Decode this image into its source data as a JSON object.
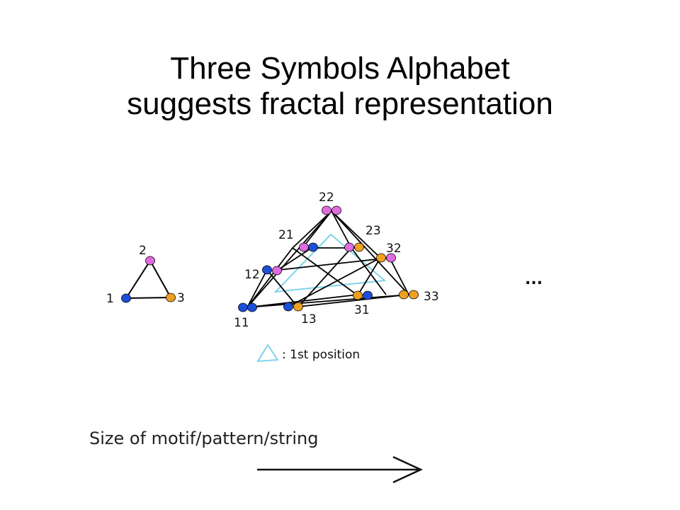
{
  "title": {
    "line1": "Three Symbols Alphabet",
    "line2": "suggests fractal representation"
  },
  "colors": {
    "symbol1": "#1c4fd6",
    "symbol2": "#e06ae0",
    "symbol3": "#f0a020",
    "position_triangle": "#7fd3ea",
    "edge": "#000000"
  },
  "small_graph": {
    "nodes": [
      {
        "label": "1",
        "symbol": "1"
      },
      {
        "label": "2",
        "symbol": "2"
      },
      {
        "label": "3",
        "symbol": "3"
      }
    ]
  },
  "large_graph": {
    "nodes": [
      {
        "label": "11"
      },
      {
        "label": "12"
      },
      {
        "label": "13"
      },
      {
        "label": "21"
      },
      {
        "label": "22"
      },
      {
        "label": "23"
      },
      {
        "label": "31"
      },
      {
        "label": "32"
      },
      {
        "label": "33"
      }
    ]
  },
  "ellipsis": "...",
  "legend": {
    "text": ": 1st position",
    "icon": "triangle-outline-icon"
  },
  "axis": {
    "label": "Size of motif/pattern/string",
    "icon": "right-arrow-icon"
  }
}
